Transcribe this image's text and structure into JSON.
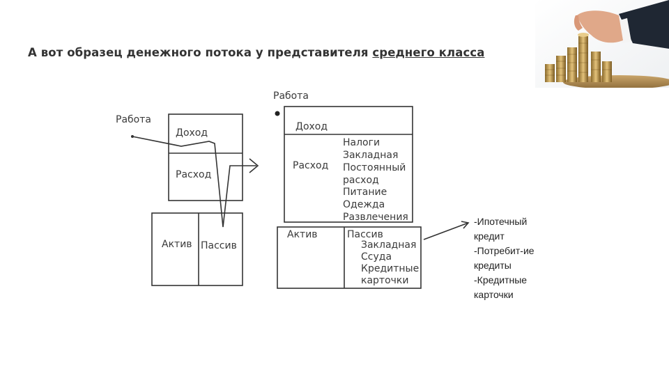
{
  "title": {
    "prefix": "А вот образец денежного потока у представителя ",
    "underlined": "среднего класса"
  },
  "diagram_left": {
    "work": "Работа",
    "income": "Доход",
    "expense": "Расход",
    "assets": "Актив",
    "liabilities": "Пассив"
  },
  "diagram_right": {
    "work": "Работа",
    "income": "Доход",
    "expense": "Расход",
    "expense_items": [
      "Налоги",
      "Закладная",
      "Постоянный",
      "расход",
      "Питание",
      "Одежда",
      "Развлечения"
    ],
    "assets": "Актив",
    "liabilities": "Пассив",
    "liability_items": [
      "Закладная",
      "Ссуда",
      "Кредитные",
      "карточки"
    ]
  },
  "note": {
    "lines": [
      "-Ипотечный",
      "кредит",
      "-Потребит-ие",
      "кредиты",
      "-Кредитные",
      "карточки"
    ]
  },
  "photo": {
    "subject": "hand stacking coins"
  }
}
